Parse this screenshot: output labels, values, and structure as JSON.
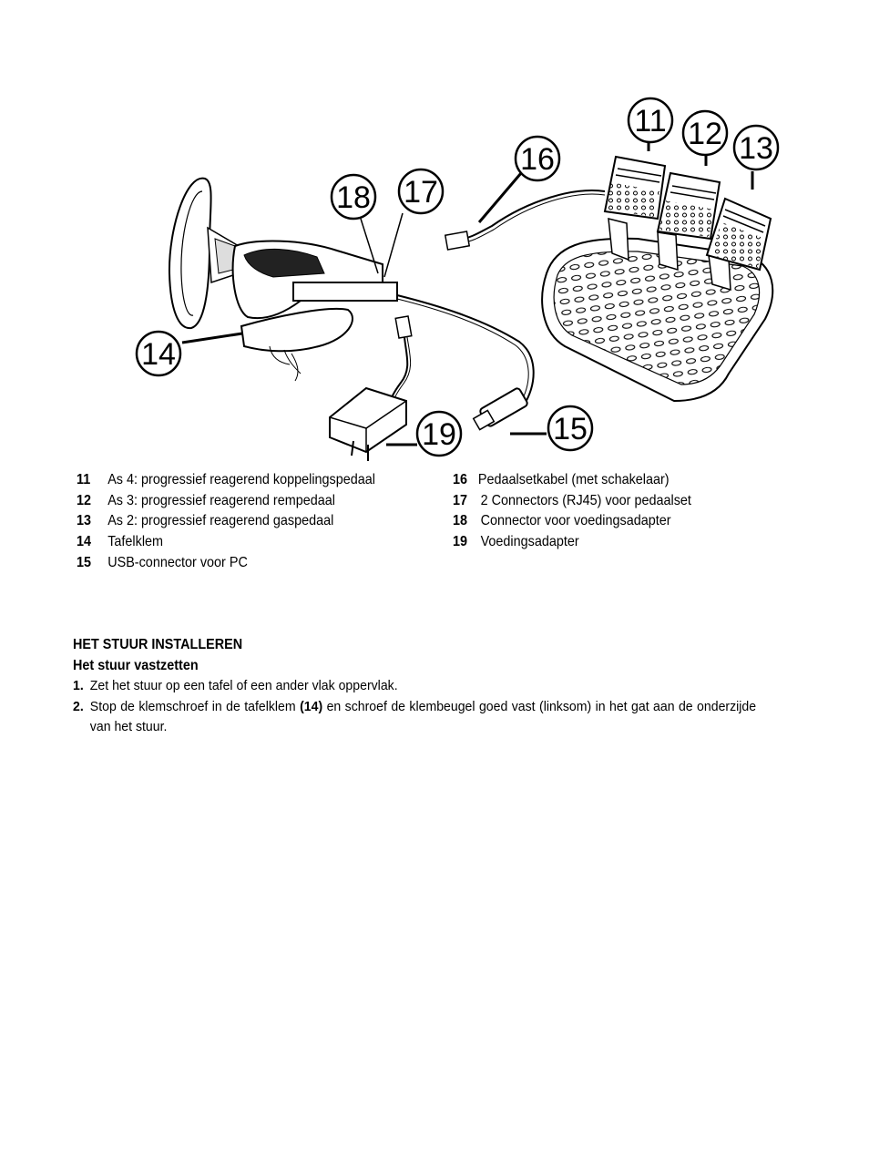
{
  "figure": {
    "callouts": [
      "11",
      "12",
      "13",
      "14",
      "15",
      "16",
      "17",
      "18",
      "19"
    ]
  },
  "legend": {
    "left": [
      {
        "num": "11",
        "text": "As 4: progressief reagerend koppelingspedaal"
      },
      {
        "num": "12",
        "text": "As 3: progressief reagerend rempedaal"
      },
      {
        "num": "13",
        "text": "As 2: progressief reagerend gaspedaal"
      },
      {
        "num": "14",
        "text": "Tafelklem"
      },
      {
        "num": "15",
        "text": "USB-connector voor PC"
      }
    ],
    "right": [
      {
        "num": "16",
        "text": "Pedaalsetkabel (met schakelaar)"
      },
      {
        "num": "17",
        "text": "2 Connectors (RJ45) voor pedaalset"
      },
      {
        "num": "18",
        "text": "Connector voor voedingsadapter"
      },
      {
        "num": "19",
        "text": "Voedingsadapter"
      }
    ]
  },
  "section": {
    "heading": "HET STUUR INSTALLEREN",
    "subheading": "Het stuur vastzetten",
    "steps": [
      {
        "num": "1.",
        "text": "Zet het stuur op een tafel of een ander vlak oppervlak."
      },
      {
        "num": "2.",
        "text_before": "Stop de klemschroef in de tafelklem ",
        "ref": "(14)",
        "text_after": " en schroef de klembeugel goed vast (linksom) in het gat aan de onderzijde van het stuur."
      }
    ]
  }
}
